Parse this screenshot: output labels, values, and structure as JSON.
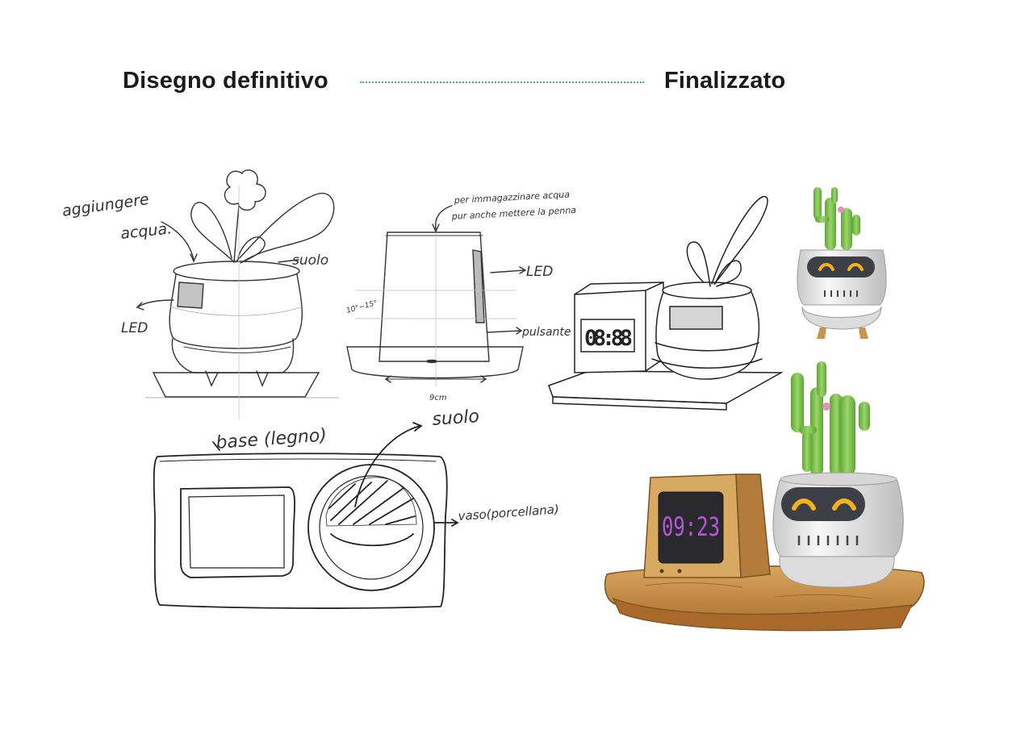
{
  "header": {
    "left_title": "Disegno definitivo",
    "right_title": "Finalizzato",
    "accent_color": "#3aa0d8"
  },
  "sketch_labels": {
    "add_water": "aggiungere",
    "add_water_2": "acqua.",
    "soil_1": "suolo",
    "led_1": "LED",
    "fill_note_1": "per immagazzinare acqua",
    "fill_note_2": "pur anche mettere la penna",
    "led_2": "LED",
    "button": "pulsante",
    "angle": "10°~15°",
    "width": "9cm",
    "base": "base (legno)",
    "soil_2": "suolo",
    "vase": "vaso(porcellana)",
    "sketch_clock": "08:88"
  },
  "render": {
    "clock_time": "09:23",
    "clock_digit_color": "#b25ad6",
    "pot_color": "#e8e8e8",
    "eye_color": "#f2b21e",
    "cactus_color": "#7cc24a",
    "wood_color": "#c9934c"
  }
}
